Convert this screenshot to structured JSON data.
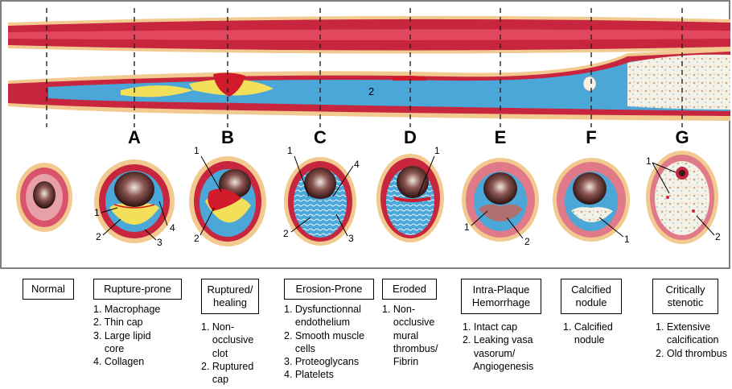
{
  "stage_letters": [
    "A",
    "B",
    "C",
    "D",
    "E",
    "F",
    "G"
  ],
  "vessel_number_2": "2",
  "callouts": {
    "A": [
      "1",
      "2",
      "3",
      "4"
    ],
    "B": [
      "1",
      "2"
    ],
    "C": [
      "1",
      "2",
      "3",
      "4"
    ],
    "D": [
      "1"
    ],
    "E": [
      "1",
      "2"
    ],
    "F": [
      "1"
    ],
    "G": [
      "1",
      "2"
    ]
  },
  "columns": [
    {
      "title": "Normal",
      "items": []
    },
    {
      "title": "Rupture-prone",
      "items": [
        "1. Macrophage",
        "2. Thin cap",
        "3. Large lipid\n    core",
        "4. Collagen"
      ]
    },
    {
      "title": "Ruptured/\nhealing",
      "items": [
        "1. Non-\n    occlusive\n    clot",
        "2. Ruptured\n    cap"
      ]
    },
    {
      "title": "Erosion-Prone",
      "items": [
        "1. Dysfunctionnal\n    endothelium",
        "2. Smooth muscle\n    cells",
        "3. Proteoglycans",
        "4. Platelets"
      ]
    },
    {
      "title": "Eroded",
      "items": [
        "1. Non-\n    occlusive\n    mural\n    thrombus/\n    Fibrin"
      ]
    },
    {
      "title": "Intra-Plaque\nHemorrhage",
      "items": [
        "1. Intact cap",
        "2. Leaking vasa\n    vasorum/\n    Angiogenesis"
      ]
    },
    {
      "title": "Calcified\nnodule",
      "items": [
        "1. Calcified\n    nodule"
      ]
    },
    {
      "title": "Critically\nstenotic",
      "items": [
        "1. Extensive\n    calcification",
        "2. Old thrombus"
      ]
    }
  ],
  "colors": {
    "adventitia": "#f2c98f",
    "media": "#c8253f",
    "intima": "#4aa7d8",
    "lipid": "#f3e05a",
    "thrombus": "#d11a2a",
    "lumen": "#3a1a1a",
    "calcium": "#f3f1e9"
  }
}
